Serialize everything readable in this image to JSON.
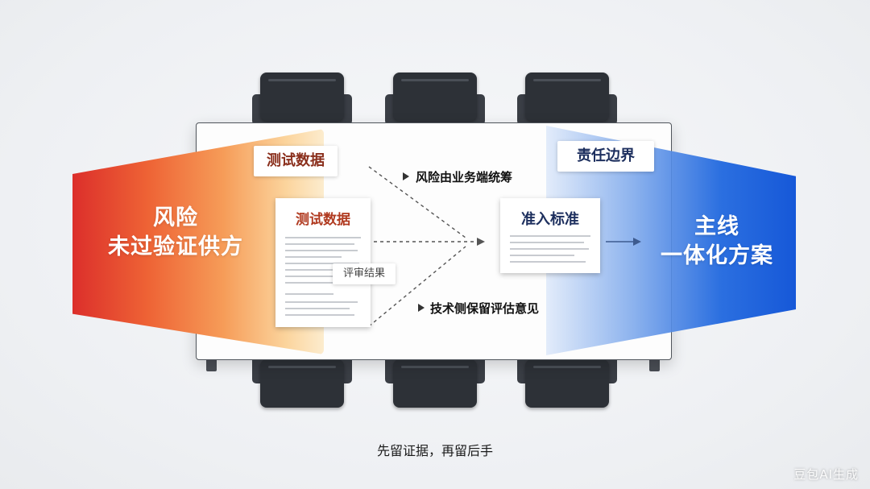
{
  "left_panel": {
    "line1": "风险",
    "line2": "未过验证供方"
  },
  "right_panel": {
    "line1": "主线",
    "line2": "一体化方案"
  },
  "left_tag": "测试数据",
  "right_tag": "责任边界",
  "test_doc": {
    "title": "测试数据",
    "review_tag": "评审结果"
  },
  "standard_doc": {
    "title": "准入标准"
  },
  "notes": {
    "top": "风险由业务端统筹",
    "bottom": "技术侧保留评估意见"
  },
  "caption": "先留证据，再留后手",
  "watermark": "豆包AI生成",
  "colors": {
    "risk_red": "#dc2f2b",
    "main_blue": "#1658d8",
    "test_title": "#b03a20",
    "standard_title": "#1d2f5e"
  }
}
